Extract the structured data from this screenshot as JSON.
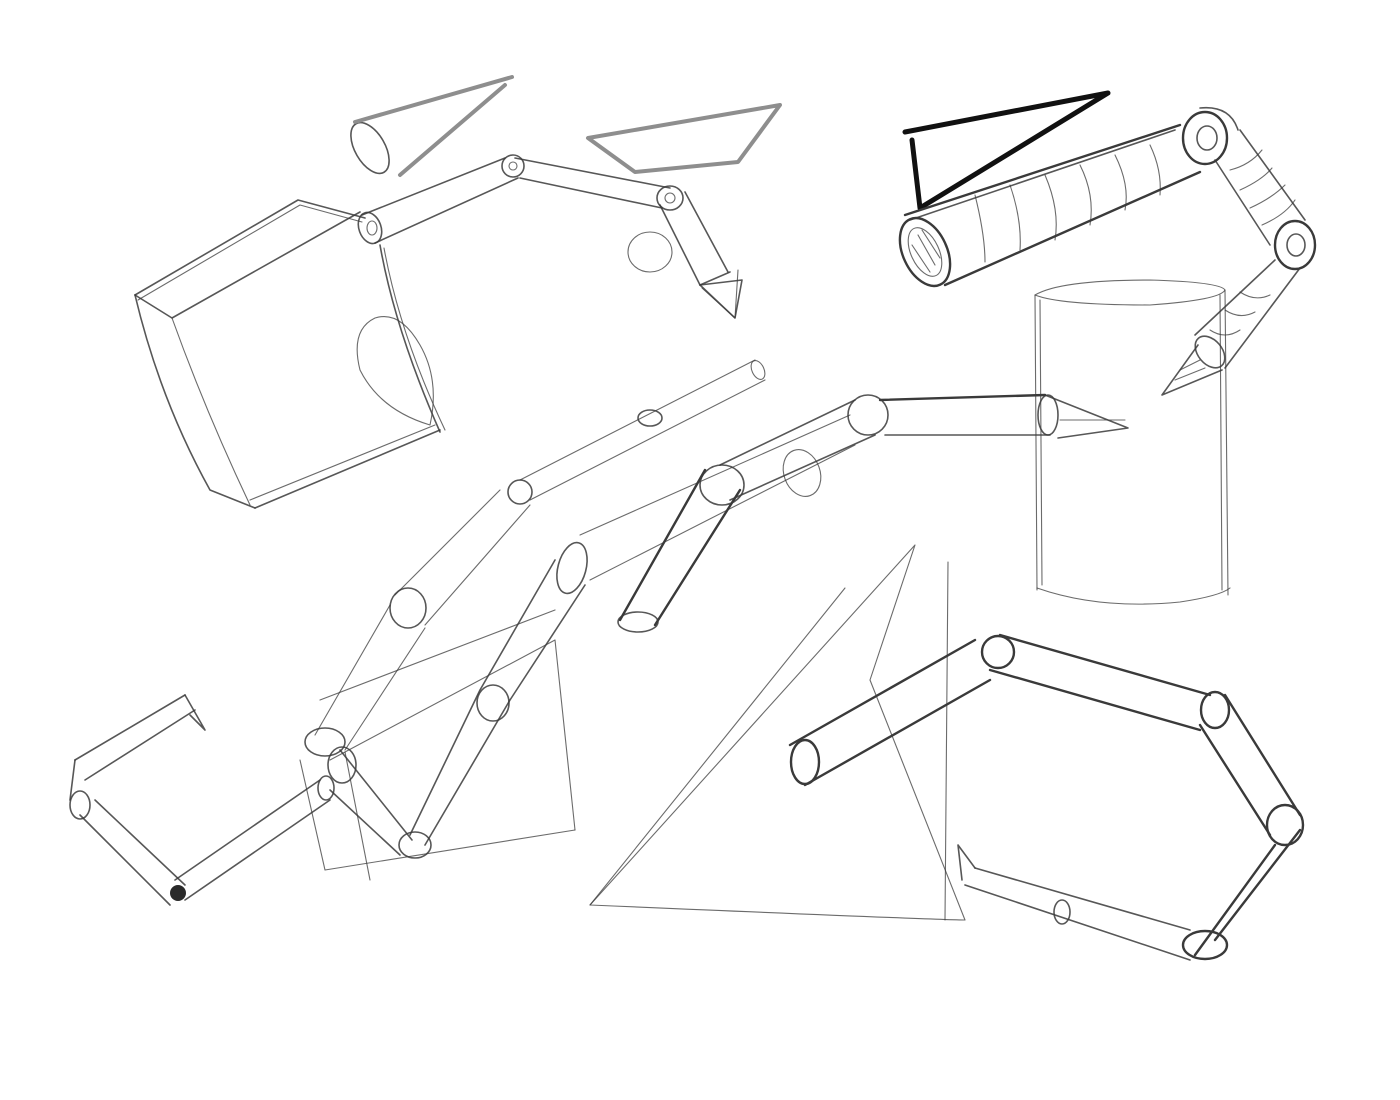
{
  "canvas": {
    "background": "#ffffff",
    "stroke_color": "#3a3a3a"
  },
  "sketch": {
    "shapes": [
      "box",
      "cone",
      "cylinder",
      "pyramid",
      "triangle",
      "trapezoid"
    ],
    "figures": [
      "segmented-arm-top",
      "shaded-segmented-arm",
      "long-segmented-arm",
      "hexagon-chain",
      "hook-chain"
    ]
  }
}
